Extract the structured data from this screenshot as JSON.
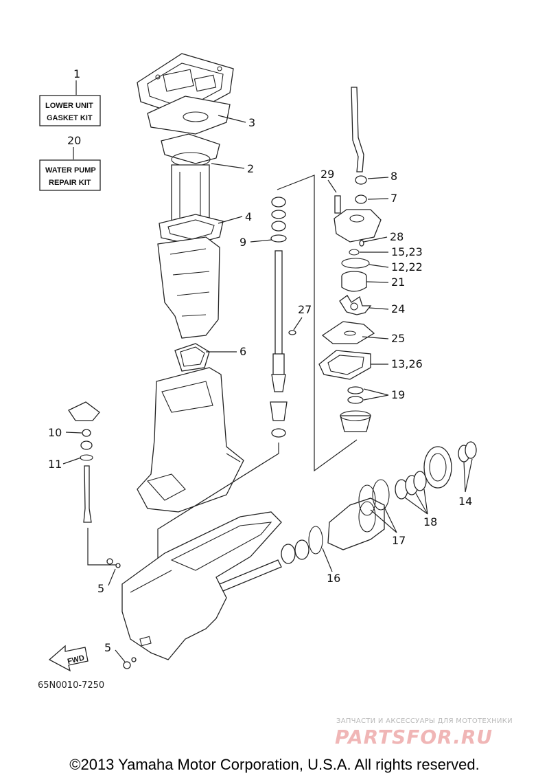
{
  "kits": [
    {
      "number": "1",
      "line1": "LOWER UNIT",
      "line2": "GASKET KIT"
    },
    {
      "number": "20",
      "line1": "WATER PUMP",
      "line2": "REPAIR KIT"
    }
  ],
  "callouts": {
    "c2": "2",
    "c3": "3",
    "c4": "4",
    "c5a": "5",
    "c5b": "5",
    "c6": "6",
    "c7": "7",
    "c8": "8",
    "c9": "9",
    "c10": "10",
    "c11": "11",
    "c13_26": "13,26",
    "c14": "14",
    "c15_23": "15,23",
    "c16": "16",
    "c17": "17",
    "c18": "18",
    "c19": "19",
    "c21": "21",
    "c24": "24",
    "c25": "25",
    "c27": "27",
    "c28": "28",
    "c29": "29",
    "c12_22": "12,22"
  },
  "fwd_label": "FWD",
  "diagram_code": "65N0010-7250",
  "watermark": {
    "tagline": "ЗАПЧАСТИ И АКСЕССУАРЫ ДЛЯ МОТОТЕХНИКИ",
    "logo": "PARTSFOR.RU"
  },
  "copyright": "©2013 Yamaha Motor Corporation, U.S.A. All rights reserved."
}
